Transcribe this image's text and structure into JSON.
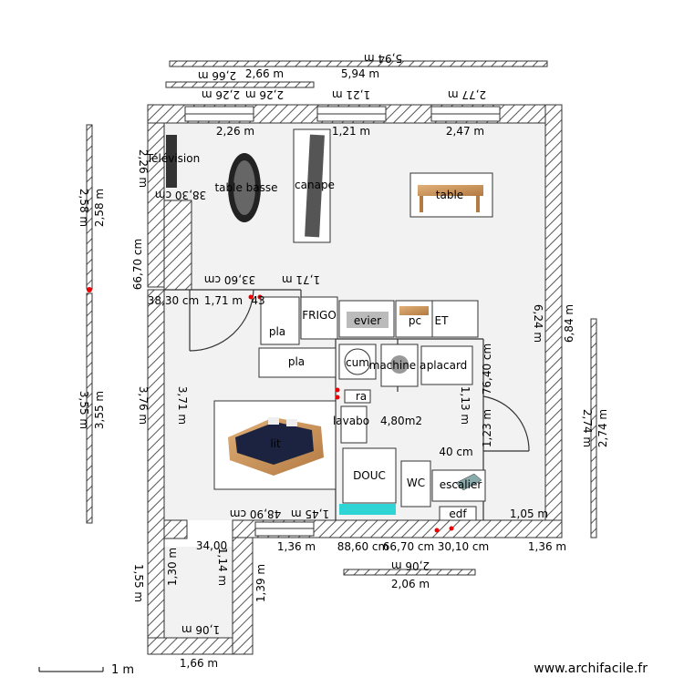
{
  "dimensions": {
    "top_outer_flipped": "5,94 m",
    "top_outer": "5,94 m",
    "top_mid_flipped": "2,66 m",
    "top_mid": "2,66 m",
    "top_win1_flipped": "2,26 m",
    "top_win1b_flipped": "2,26 m",
    "top_win2_flipped": "1,21 m",
    "top_win3_flipped": "2,77 m",
    "top_inner_1": "2,26 m",
    "top_inner_2": "1,21 m",
    "top_inner_3": "2,47 m",
    "left_outer_1": "2,58 m",
    "left_outer_1b": "2,58 m",
    "left_outer_2": "3,55 m",
    "left_outer_2b": "3,55 m",
    "left_inner_a": "2,26 m",
    "left_inner_b": "66,70 cm",
    "left_inner_c": "3,76 m",
    "left_inner_d": "3,71 m",
    "left_flipped_1": "38,30 cm",
    "left_flipped_2": "33,60 cm",
    "left_flipped_3": "1,71 m",
    "left_small_1": "38,30 cm",
    "left_small_2": "1,71 m",
    "left_small_3": "43",
    "right_inner": "6,24 m",
    "right_outer": "6,84 m",
    "right_outer_2": "2,74 m",
    "right_outer_2b": "2,74 m",
    "bathroom_v1": "76,40 cm",
    "bathroom_v2": "1,13 m",
    "bathroom_v3": "1,23 m",
    "bathroom_h1": "40 cm",
    "bottom_flip_1": "48,90 cm",
    "bottom_flip_2": "1,45 m",
    "bottom_inner_1": "34,00",
    "bottom_inner_2": "1,36 m",
    "bottom_inner_3": "88,60 cm",
    "bottom_inner_4": "66,70 cm",
    "bottom_inner_5": "30,10 cm",
    "bottom_inner_6": "1,05 m",
    "bottom_inner_7": "1,36 m",
    "bottom_outer_flip": "2,06 m",
    "bottom_outer": "2,06 m",
    "entry_1": "1,30 m",
    "entry_2": "1,14 m",
    "entry_3": "1,39 m",
    "entry_4": "1,55 m",
    "entry_5": "1,06 m",
    "entry_6": "1,66 m",
    "area_bathroom": "4,80m2"
  },
  "furniture": {
    "television": "Télévision",
    "coffee_table": "table basse",
    "sofa": "canape",
    "table": "table",
    "kitchen_sink": "evier",
    "pc": "pc",
    "et": "ET",
    "frigo": "FRIGO",
    "placard_top": "pla",
    "placard_mid": "pla",
    "cooker": "cum",
    "washing_machine": "machine a",
    "placard_right": "placard",
    "towel_rack": "ra",
    "sink_bath": "lavabo",
    "bed": "lit",
    "shower": "DOUC",
    "wc": "WC",
    "stairs": "escalier",
    "edf": "edf"
  },
  "scale": {
    "label": "1 m"
  },
  "watermark": "www.archifacile.fr"
}
